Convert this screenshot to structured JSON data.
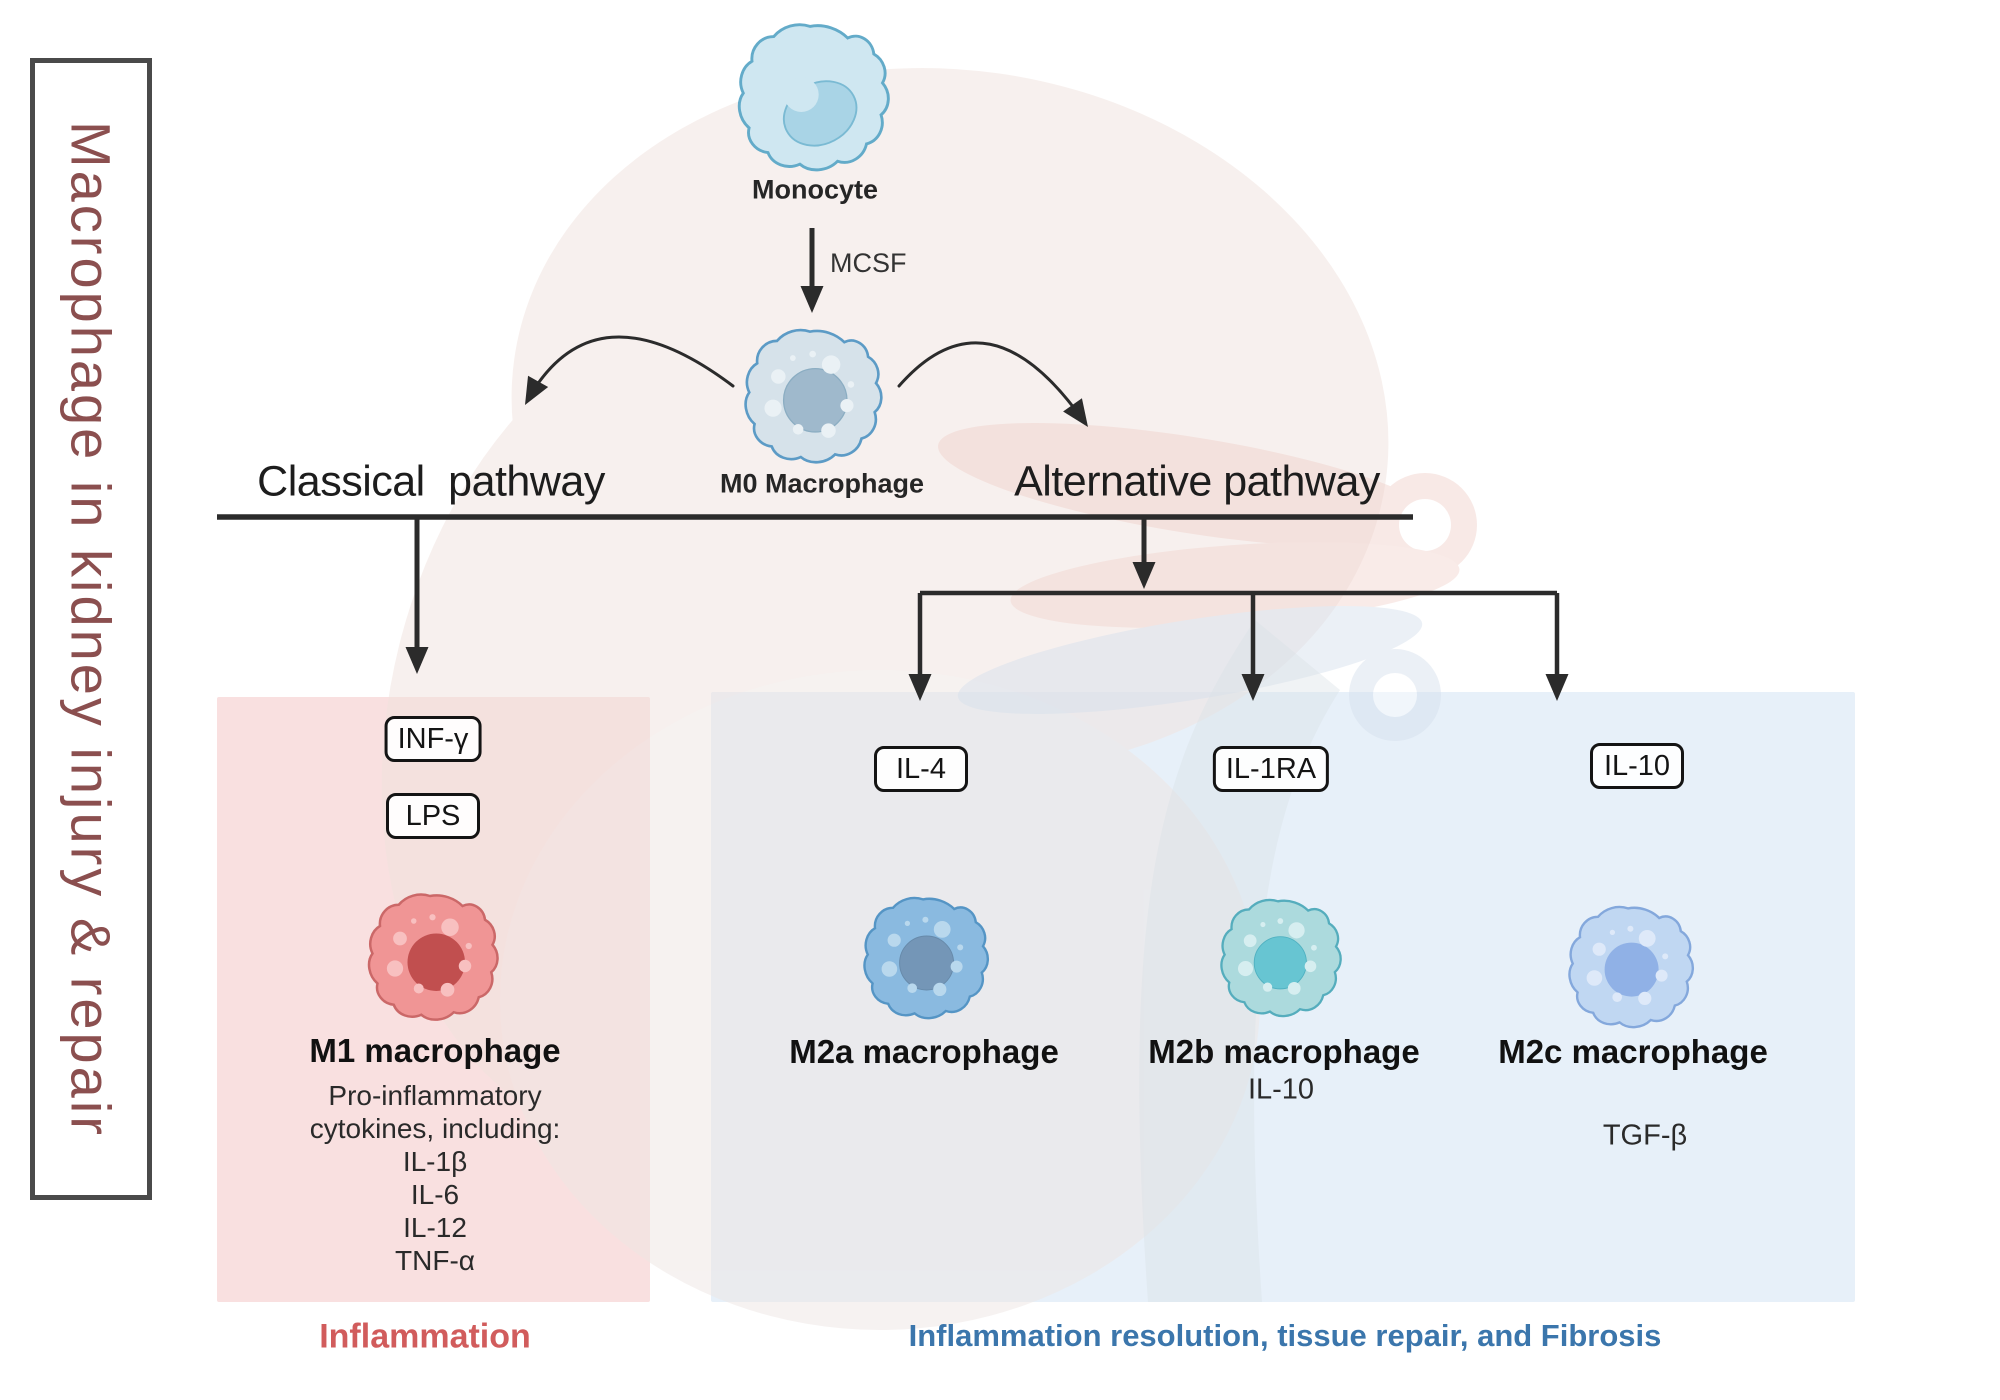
{
  "colors": {
    "title_text": "#8B4F4F",
    "box_border": "#4A4A4A",
    "line": "#2B2B2B",
    "pink_panel": "#F9E0E0",
    "blue_panel": "#E7F0F9",
    "inflammation_red": "#D15C5C",
    "resolution_blue": "#3B76AC"
  },
  "sidebar_title": "Macrophage in kidney injury & repair",
  "top_flow": {
    "monocyte_label": "Monocyte",
    "mcsf_label": "MCSF",
    "m0_label": "M0 Macrophage"
  },
  "pathways": {
    "classical_label": "Classical pathway",
    "alternative_label": "Alternative pathway"
  },
  "classical_branch": {
    "stimuli": [
      "INF-γ",
      "LPS"
    ],
    "cell_label": "M1 macrophage",
    "secretion_lines": [
      "Pro-inflammatory",
      "cytokines, including:",
      "IL-1β",
      "IL-6",
      "IL-12",
      "TNF-α"
    ],
    "outcome_label": "Inflammation"
  },
  "alternative_branch": {
    "subsets": [
      {
        "stimulus": "IL-4",
        "cell_label": "M2a macrophage",
        "secretion": ""
      },
      {
        "stimulus": "IL-1RA",
        "cell_label": "M2b macrophage",
        "secretion": "IL-10"
      },
      {
        "stimulus": "IL-10",
        "cell_label": "M2c macrophage",
        "secretion": "TGF-β"
      }
    ],
    "outcome_label": "Inflammation resolution, tissue repair, and Fibrosis"
  }
}
